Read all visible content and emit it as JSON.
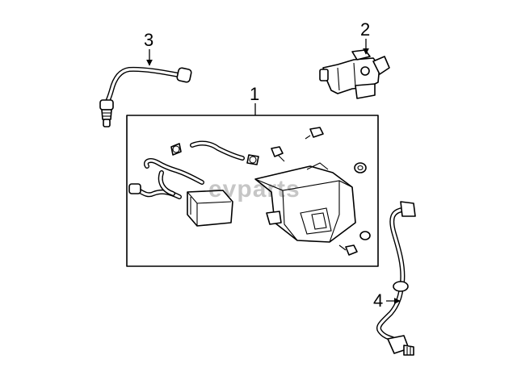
{
  "callouts": [
    {
      "id": "1",
      "label": "1"
    },
    {
      "id": "2",
      "label": "2"
    },
    {
      "id": "3",
      "label": "3"
    },
    {
      "id": "4",
      "label": "4"
    }
  ],
  "watermark": "evparts"
}
